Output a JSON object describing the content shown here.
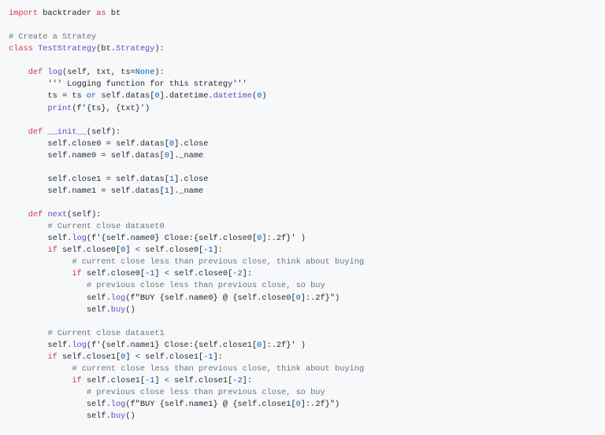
{
  "editor": {
    "language": "python",
    "background": "#f6f8fa",
    "colors": {
      "text": "#24292e",
      "keyword": "#d73a49",
      "function": "#6f42c1",
      "number": "#005cc5",
      "comment": "#6a737d"
    },
    "lines": [
      [
        {
          "t": "kw",
          "v": "import"
        },
        {
          "t": "txt",
          "v": " backtrader "
        },
        {
          "t": "kw",
          "v": "as"
        },
        {
          "t": "txt",
          "v": " bt"
        }
      ],
      [],
      [
        {
          "t": "cm",
          "v": "# Create a Stratey"
        }
      ],
      [
        {
          "t": "kw",
          "v": "class"
        },
        {
          "t": "txt",
          "v": " "
        },
        {
          "t": "fn",
          "v": "TestStrategy"
        },
        {
          "t": "txt",
          "v": "(bt."
        },
        {
          "t": "fn",
          "v": "Strategy"
        },
        {
          "t": "txt",
          "v": "):"
        }
      ],
      [],
      [
        {
          "t": "txt",
          "v": "    "
        },
        {
          "t": "kw",
          "v": "def"
        },
        {
          "t": "txt",
          "v": " "
        },
        {
          "t": "fn",
          "v": "log"
        },
        {
          "t": "txt",
          "v": "(self, txt, ts="
        },
        {
          "t": "const",
          "v": "None"
        },
        {
          "t": "txt",
          "v": "):"
        }
      ],
      [
        {
          "t": "txt",
          "v": "        "
        },
        {
          "t": "str",
          "v": "''' Logging function for this strategy'''"
        }
      ],
      [
        {
          "t": "txt",
          "v": "        ts = ts "
        },
        {
          "t": "const",
          "v": "or"
        },
        {
          "t": "txt",
          "v": " self.datas["
        },
        {
          "t": "num",
          "v": "0"
        },
        {
          "t": "txt",
          "v": "].datetime."
        },
        {
          "t": "fn",
          "v": "datetime"
        },
        {
          "t": "txt",
          "v": "("
        },
        {
          "t": "num",
          "v": "0"
        },
        {
          "t": "txt",
          "v": ")"
        }
      ],
      [
        {
          "t": "txt",
          "v": "        "
        },
        {
          "t": "fn",
          "v": "print"
        },
        {
          "t": "txt",
          "v": "(f'{ts}, {txt}')"
        }
      ],
      [],
      [
        {
          "t": "txt",
          "v": "    "
        },
        {
          "t": "kw",
          "v": "def"
        },
        {
          "t": "txt",
          "v": " "
        },
        {
          "t": "fn",
          "v": "__init__"
        },
        {
          "t": "txt",
          "v": "(self):"
        }
      ],
      [
        {
          "t": "txt",
          "v": "        self.close0 = self.datas["
        },
        {
          "t": "num",
          "v": "0"
        },
        {
          "t": "txt",
          "v": "].close"
        }
      ],
      [
        {
          "t": "txt",
          "v": "        self.name0 = self.datas["
        },
        {
          "t": "num",
          "v": "0"
        },
        {
          "t": "txt",
          "v": "]._name"
        }
      ],
      [],
      [
        {
          "t": "txt",
          "v": "        self.close1 = self.datas["
        },
        {
          "t": "num",
          "v": "1"
        },
        {
          "t": "txt",
          "v": "].close"
        }
      ],
      [
        {
          "t": "txt",
          "v": "        self.name1 = self.datas["
        },
        {
          "t": "num",
          "v": "1"
        },
        {
          "t": "txt",
          "v": "]._name"
        }
      ],
      [],
      [
        {
          "t": "txt",
          "v": "    "
        },
        {
          "t": "kw",
          "v": "def"
        },
        {
          "t": "txt",
          "v": " "
        },
        {
          "t": "fn",
          "v": "next"
        },
        {
          "t": "txt",
          "v": "(self):"
        }
      ],
      [
        {
          "t": "txt",
          "v": "        "
        },
        {
          "t": "cm",
          "v": "# Current close dataset0"
        }
      ],
      [
        {
          "t": "txt",
          "v": "        self."
        },
        {
          "t": "fn",
          "v": "log"
        },
        {
          "t": "txt",
          "v": "(f'{self.name0} Close:{self.close0["
        },
        {
          "t": "num",
          "v": "0"
        },
        {
          "t": "txt",
          "v": "]:.2f}' )"
        }
      ],
      [
        {
          "t": "txt",
          "v": "        "
        },
        {
          "t": "kw",
          "v": "if"
        },
        {
          "t": "txt",
          "v": " self.close0["
        },
        {
          "t": "num",
          "v": "0"
        },
        {
          "t": "txt",
          "v": "] "
        },
        {
          "t": "op",
          "v": "<"
        },
        {
          "t": "txt",
          "v": " self.close0["
        },
        {
          "t": "num",
          "v": "-1"
        },
        {
          "t": "txt",
          "v": "]:"
        }
      ],
      [
        {
          "t": "txt",
          "v": "             "
        },
        {
          "t": "cm",
          "v": "# current close less than previous close, think about buying"
        }
      ],
      [
        {
          "t": "txt",
          "v": "             "
        },
        {
          "t": "kw",
          "v": "if"
        },
        {
          "t": "txt",
          "v": " self.close0["
        },
        {
          "t": "num",
          "v": "-1"
        },
        {
          "t": "txt",
          "v": "] "
        },
        {
          "t": "op",
          "v": "<"
        },
        {
          "t": "txt",
          "v": " self.close0["
        },
        {
          "t": "num",
          "v": "-2"
        },
        {
          "t": "txt",
          "v": "]:"
        }
      ],
      [
        {
          "t": "txt",
          "v": "                "
        },
        {
          "t": "cm",
          "v": "# previous close less than previous close, so buy"
        }
      ],
      [
        {
          "t": "txt",
          "v": "                self."
        },
        {
          "t": "fn",
          "v": "log"
        },
        {
          "t": "txt",
          "v": "(f\"BUY {self.name0} @ {self.close0["
        },
        {
          "t": "num",
          "v": "0"
        },
        {
          "t": "txt",
          "v": "]:.2f}\")"
        }
      ],
      [
        {
          "t": "txt",
          "v": "                self."
        },
        {
          "t": "fn",
          "v": "buy"
        },
        {
          "t": "txt",
          "v": "()"
        }
      ],
      [],
      [
        {
          "t": "txt",
          "v": "        "
        },
        {
          "t": "cm",
          "v": "# Current close dataset1"
        }
      ],
      [
        {
          "t": "txt",
          "v": "        self."
        },
        {
          "t": "fn",
          "v": "log"
        },
        {
          "t": "txt",
          "v": "(f'{self.name1} Close:{self.close1["
        },
        {
          "t": "num",
          "v": "0"
        },
        {
          "t": "txt",
          "v": "]:.2f}' )"
        }
      ],
      [
        {
          "t": "txt",
          "v": "        "
        },
        {
          "t": "kw",
          "v": "if"
        },
        {
          "t": "txt",
          "v": " self.close1["
        },
        {
          "t": "num",
          "v": "0"
        },
        {
          "t": "txt",
          "v": "] "
        },
        {
          "t": "op",
          "v": "<"
        },
        {
          "t": "txt",
          "v": " self.close1["
        },
        {
          "t": "num",
          "v": "-1"
        },
        {
          "t": "txt",
          "v": "]:"
        }
      ],
      [
        {
          "t": "txt",
          "v": "             "
        },
        {
          "t": "cm",
          "v": "# current close less than previous close, think about buying"
        }
      ],
      [
        {
          "t": "txt",
          "v": "             "
        },
        {
          "t": "kw",
          "v": "if"
        },
        {
          "t": "txt",
          "v": " self.close1["
        },
        {
          "t": "num",
          "v": "-1"
        },
        {
          "t": "txt",
          "v": "] "
        },
        {
          "t": "op",
          "v": "<"
        },
        {
          "t": "txt",
          "v": " self.close1["
        },
        {
          "t": "num",
          "v": "-2"
        },
        {
          "t": "txt",
          "v": "]:"
        }
      ],
      [
        {
          "t": "txt",
          "v": "                "
        },
        {
          "t": "cm",
          "v": "# previous close less than previous close, so buy"
        }
      ],
      [
        {
          "t": "txt",
          "v": "                self."
        },
        {
          "t": "fn",
          "v": "log"
        },
        {
          "t": "txt",
          "v": "(f\"BUY {self.name1} @ {self.close1["
        },
        {
          "t": "num",
          "v": "0"
        },
        {
          "t": "txt",
          "v": "]:.2f}\")"
        }
      ],
      [
        {
          "t": "txt",
          "v": "                self."
        },
        {
          "t": "fn",
          "v": "buy"
        },
        {
          "t": "txt",
          "v": "()"
        }
      ]
    ]
  }
}
